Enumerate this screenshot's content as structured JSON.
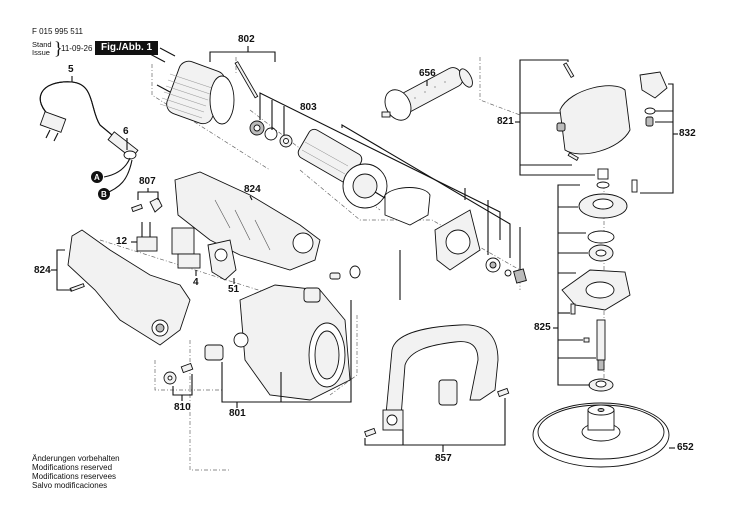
{
  "header": {
    "part_code": "F 015 995 511",
    "stand_label": "Stand",
    "issue_label": "Issue",
    "issue_date": "11-09-26",
    "figure_label": "Fig./Abb. 1"
  },
  "footer": {
    "lines": [
      "Änderungen vorbehalten",
      "Modifications reserved",
      "Modifications reservees",
      "Salvo modificaciones"
    ]
  },
  "connectors": {
    "A": "A",
    "B": "B"
  },
  "parts": [
    {
      "ref": "5",
      "name": "power-cord"
    },
    {
      "ref": "6",
      "name": "cord-sleeve"
    },
    {
      "ref": "807",
      "name": "cord-clamp-set"
    },
    {
      "ref": "12",
      "name": "suppressor"
    },
    {
      "ref": "824",
      "name": "housing-shell-set"
    },
    {
      "ref": "4",
      "name": "switch"
    },
    {
      "ref": "51",
      "name": "switch-actuator"
    },
    {
      "ref": "802",
      "name": "field-stator-set"
    },
    {
      "ref": "803",
      "name": "armature-set"
    },
    {
      "ref": "656",
      "name": "auxiliary-handle"
    },
    {
      "ref": "821",
      "name": "gear-housing-set"
    },
    {
      "ref": "832",
      "name": "spindle-lock-set"
    },
    {
      "ref": "825",
      "name": "spindle-set"
    },
    {
      "ref": "801",
      "name": "motor-housing-set"
    },
    {
      "ref": "810",
      "name": "carbon-brush-set"
    },
    {
      "ref": "857",
      "name": "bow-handle-set"
    },
    {
      "ref": "652",
      "name": "backing-pad"
    }
  ],
  "labels": {
    "l5": "5",
    "l6": "6",
    "l807": "807",
    "l12": "12",
    "l824a": "824",
    "l824b": "824",
    "l4": "4",
    "l51": "51",
    "l802": "802",
    "l803": "803",
    "l656": "656",
    "l821": "821",
    "l832": "832",
    "l825": "825",
    "l801": "801",
    "l810": "810",
    "l857": "857",
    "l652": "652"
  }
}
